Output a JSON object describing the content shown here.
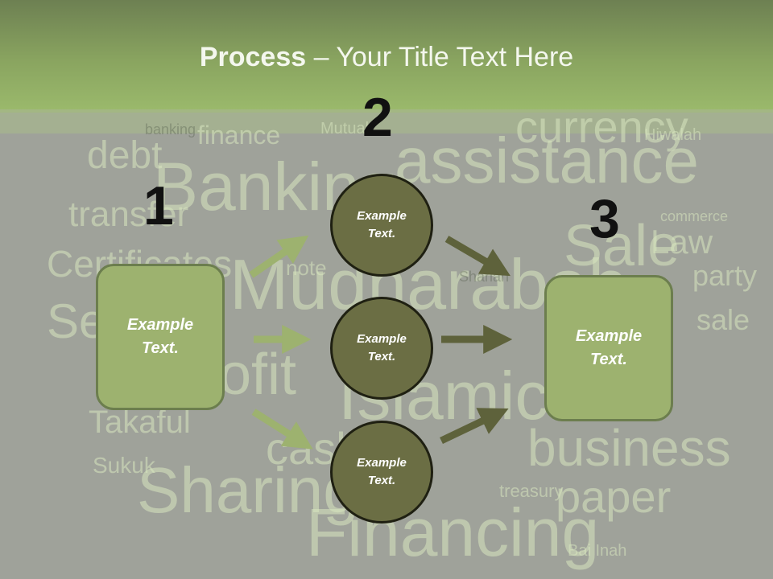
{
  "title": {
    "bold": "Process",
    "rest": " – Your Title Text Here"
  },
  "numbers": [
    "1",
    "2",
    "3"
  ],
  "left_box": {
    "line1": "Example",
    "line2": "Text."
  },
  "right_box": {
    "line1": "Example",
    "line2": "Text."
  },
  "circles": [
    {
      "line1": "Example",
      "line2": "Text."
    },
    {
      "line1": "Example",
      "line2": "Text."
    },
    {
      "line1": "Example",
      "line2": "Text."
    }
  ],
  "wordcloud": [
    "assistance",
    "Banking",
    "Mudharabah",
    "Islamic",
    "Sharing",
    "Financing",
    "business",
    "paper",
    "Sale",
    "currency",
    "finance",
    "debt",
    "transfer",
    "Certificates",
    "Sec",
    "Profit",
    "Takaful",
    "Sukuk",
    "cash",
    "Law",
    "party",
    "sale",
    "commerce",
    "Hiwalah",
    "treasury",
    "Bai Inah",
    "Mutual",
    "banking",
    "Shariah",
    "note"
  ],
  "colors": {
    "header": "#8aa560",
    "box": "#9db26f",
    "circle": "#6b6e44",
    "arrow_light": "#9db26f",
    "arrow_dark": "#5e623b"
  }
}
